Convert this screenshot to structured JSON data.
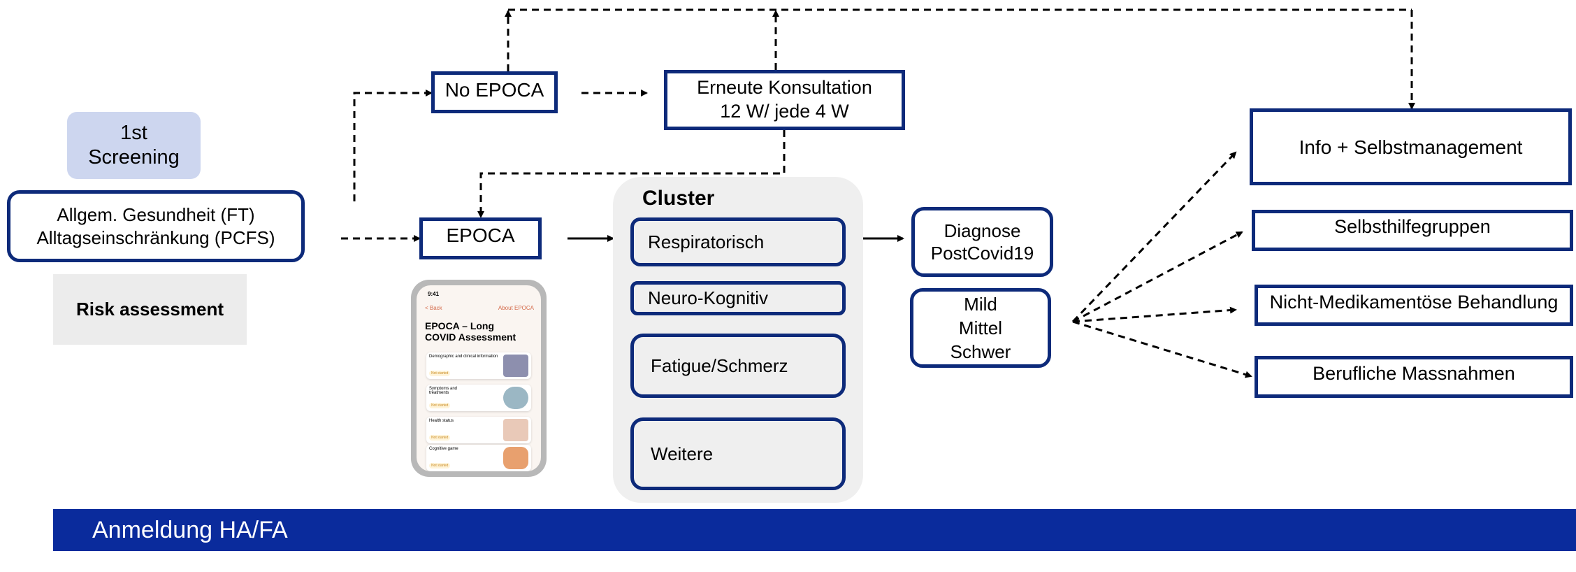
{
  "screening": {
    "line1": "1st",
    "line2": "Screening"
  },
  "health_box": {
    "line1": "Allgem. Gesundheit (FT)",
    "line2": "Alltagseinschränkung (PCFS)"
  },
  "risk": {
    "label": "Risk assessment"
  },
  "no_epoca": {
    "label": "No EPOCA"
  },
  "konsultation": {
    "line1": "Erneute Konsultation",
    "line2": "12 W/ jede 4 W"
  },
  "epoca": {
    "label": "EPOCA"
  },
  "cluster": {
    "title": "Cluster",
    "items": [
      "Respiratorisch",
      "Neuro-Kognitiv",
      "Fatigue/Schmerz",
      "Weitere"
    ]
  },
  "diagnose": {
    "line1": "Diagnose",
    "line2": "PostCovid19"
  },
  "severity": {
    "line1": "Mild",
    "line2": "Mittel",
    "line3": "Schwer"
  },
  "outcomes": [
    "Info + Selbstmanagement",
    "Selbsthilfegruppen",
    "Nicht-Medikamentöse Behandlung",
    "Berufliche Massnahmen"
  ],
  "footer": {
    "label": "Anmeldung HA/FA"
  },
  "phone": {
    "time": "9:41",
    "back": "< Back",
    "about": "About EPOCA",
    "title_line1": "EPOCA – Long",
    "title_line2": "COVID Assessment",
    "rows": [
      "Demographic and clinical information",
      "Symptoms and treatments",
      "Health status",
      "Cognitive game"
    ],
    "status": "Not started"
  },
  "colors": {
    "navy": "#0d2a7a",
    "banner": "#0a2b9c",
    "screening_bg": "#cdd6ef",
    "risk_bg": "#ececec",
    "cluster_bg": "#efefef"
  }
}
